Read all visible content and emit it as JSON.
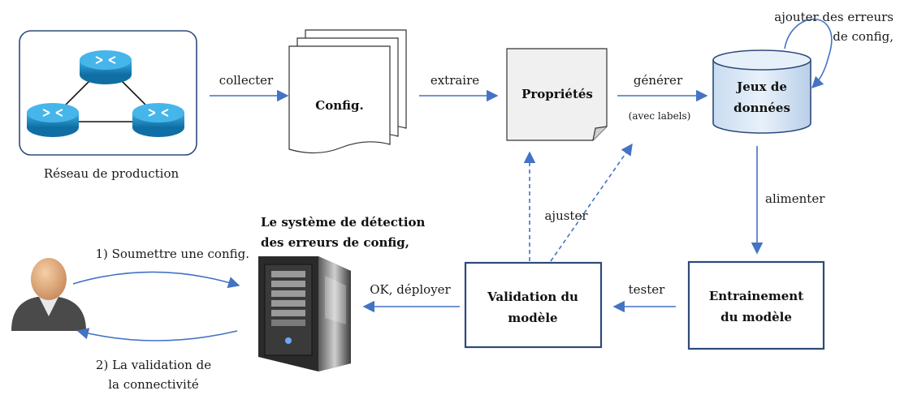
{
  "network": {
    "caption": "Réseau de production"
  },
  "config": {
    "label": "Config."
  },
  "properties": {
    "label": "Propriétés"
  },
  "datasets": {
    "line1": "Jeux de",
    "line2": "données"
  },
  "training": {
    "line1": "Entrainement",
    "line2": "du modèle"
  },
  "validation": {
    "line1": "Validation du",
    "line2": "modèle"
  },
  "system": {
    "line1": "Le système de détection",
    "line2": "des erreurs de config,"
  },
  "edges": {
    "collect": "collecter",
    "extract": "extraire",
    "generate": "générer",
    "with_labels": "(avec labels)",
    "add_errors_1": "ajouter des erreurs",
    "add_errors_2": "de config,",
    "feed": "alimenter",
    "test": "tester",
    "adjust": "ajuster",
    "deploy": "OK, déployer",
    "submit": "1) Soumettre une config.",
    "validate_1": "2) La validation de",
    "validate_2": "la connectivité"
  },
  "colors": {
    "arrow": "#4472c4",
    "box_border": "#2e4a7a",
    "cylinder": "#dce8f5",
    "router": "#1f8fc6"
  }
}
